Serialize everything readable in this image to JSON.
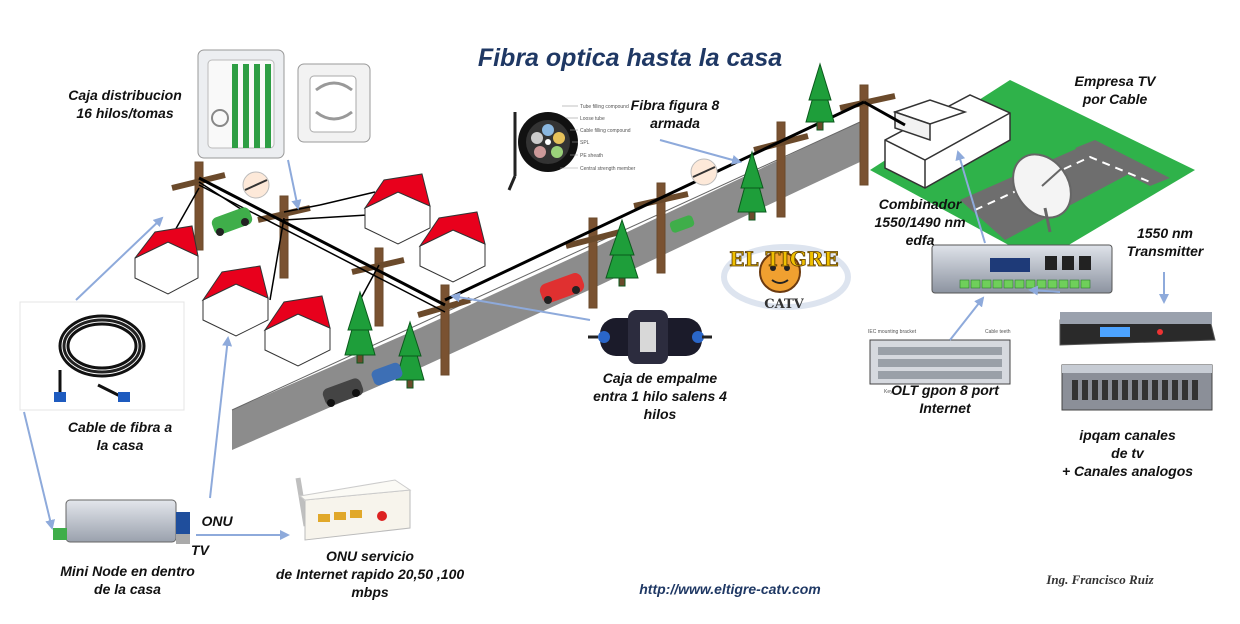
{
  "title": "Fibra optica hasta la casa",
  "website": "http://www.eltigre-catv.com",
  "author": "Ing. Francisco Ruiz",
  "logo": {
    "top_text": "EL TIGRE",
    "bottom_text": "CATV"
  },
  "labels": {
    "caja_distribucion": [
      "Caja distribucion",
      "16 hilos/tomas"
    ],
    "fibra_figura8": [
      "Fibra figura 8",
      "armada"
    ],
    "empresa_tv": [
      "Empresa TV",
      "por Cable"
    ],
    "combinador": [
      "Combinador",
      "1550/1490 nm",
      "edfa"
    ],
    "transmitter": [
      "1550 nm",
      "Transmitter"
    ],
    "caja_empalme": [
      "Caja de empalme",
      "entra 1 hilo salens 4",
      "hilos"
    ],
    "olt": [
      "OLT gpon 8 port",
      "Internet"
    ],
    "ipqam": [
      "ipqam canales",
      "de tv",
      "+ Canales analogos"
    ],
    "cable_fibra": [
      "Cable de fibra a",
      "la casa"
    ],
    "mini_node": [
      "Mini Node en dentro",
      "de la casa"
    ],
    "onu_servicio": [
      "ONU servicio",
      "de Internet rapido 20,50 ,100",
      "mbps"
    ],
    "onu": "ONU",
    "tv": "TV"
  },
  "cable_cross_section_labels": [
    "Tube filling compound",
    "Loose tube",
    "Cable filling compound",
    "SPL",
    "PE sheath",
    "Central strength member"
  ],
  "olt_device_labels": [
    "IEC mounting bracket",
    "Cable teeth",
    "Key"
  ],
  "colors": {
    "title": "#1f3864",
    "arrow": "#8eaadb",
    "roof": "#e8001c",
    "tree": "#1e9e3a",
    "road": "#8c8c8c",
    "grass": "#2fb24a"
  }
}
